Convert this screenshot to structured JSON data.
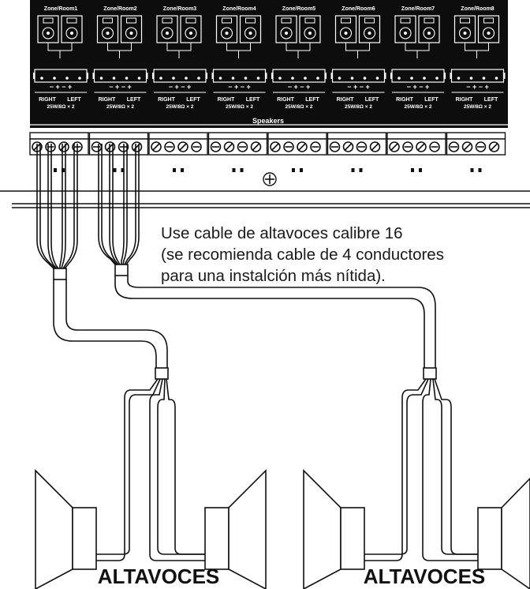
{
  "panel": {
    "zones": [
      {
        "label": "Zone/Room1"
      },
      {
        "label": "Zone/Room2"
      },
      {
        "label": "Zone/Room3"
      },
      {
        "label": "Zone/Room4"
      },
      {
        "label": "Zone/Room5"
      },
      {
        "label": "Zone/Room6"
      },
      {
        "label": "Zone/Room7"
      },
      {
        "label": "Zone/Room8"
      }
    ],
    "polarity": "−  +  −  +",
    "right_label": "RIGHT",
    "left_label": "LEFT",
    "rating": "25W/8Ω × 2",
    "section_label": "Speakers"
  },
  "note": {
    "line1": "Use cable de altavoces calibre 16",
    "line2": "(se recomienda cable de 4 conductores",
    "line3": "para una instalción más nítida)."
  },
  "speakers": [
    {
      "label": "ALTAVOCES"
    },
    {
      "label": "ALTAVOCES"
    }
  ]
}
